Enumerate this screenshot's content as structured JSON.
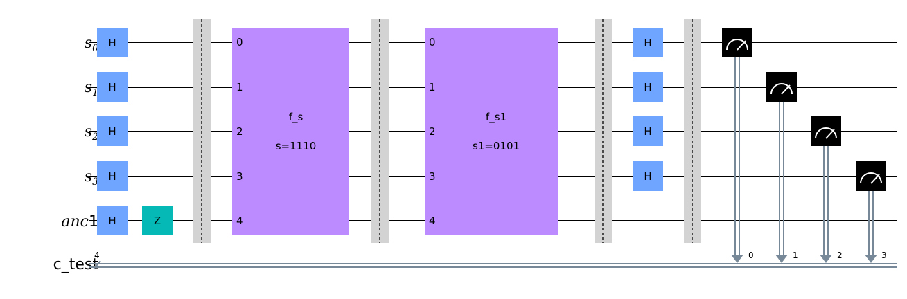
{
  "qubits": [
    {
      "base": "s",
      "sub": "0"
    },
    {
      "base": "s",
      "sub": "1"
    },
    {
      "base": "s",
      "sub": "2"
    },
    {
      "base": "s",
      "sub": "3"
    },
    {
      "base": "anc",
      "sub": "1"
    }
  ],
  "creg": {
    "name": "c_test",
    "size": "4"
  },
  "gates": {
    "h": "H",
    "z": "Z"
  },
  "oracles": [
    {
      "name": "f_s",
      "param": "s=1110",
      "pins": [
        "0",
        "1",
        "2",
        "3",
        "4"
      ]
    },
    {
      "name": "f_s1",
      "param": "s1=0101",
      "pins": [
        "0",
        "1",
        "2",
        "3",
        "4"
      ]
    }
  ],
  "measure_bits": [
    "0",
    "1",
    "2",
    "3"
  ],
  "colors": {
    "h_gate": "#6fa4ff",
    "z_gate": "#05bab6",
    "oracle": "#bb8bff",
    "barrier": "#d3d3d3",
    "measure": "#000000",
    "creg_wire": "#778899"
  }
}
